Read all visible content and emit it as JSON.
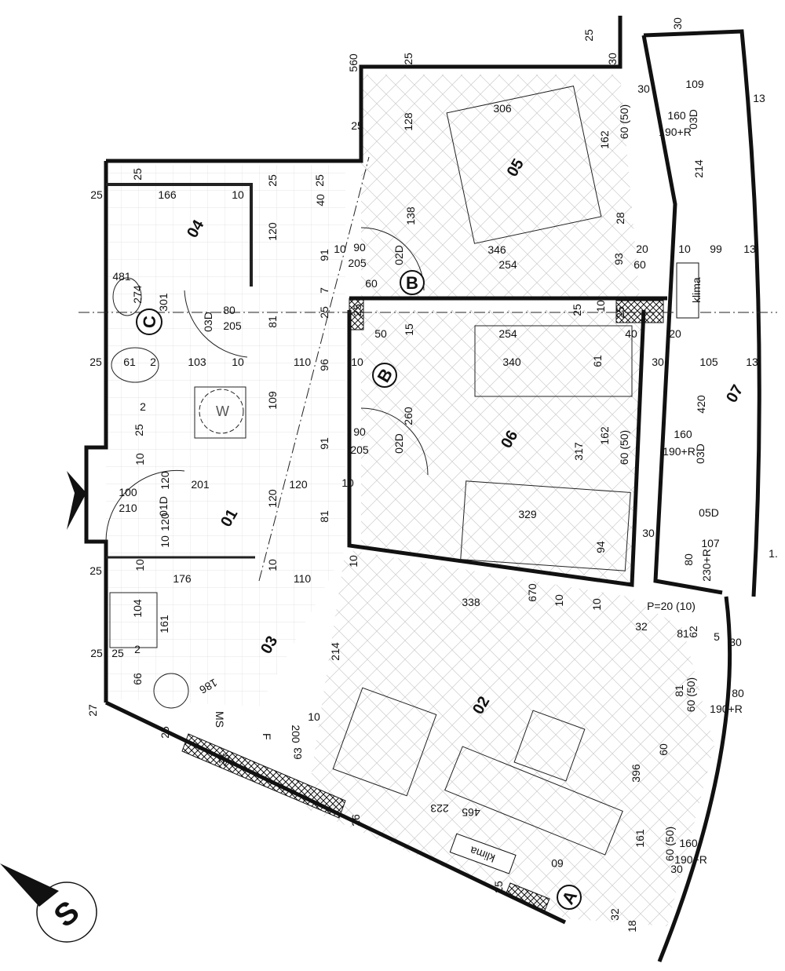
{
  "plan": {
    "rooms": [
      "01",
      "02",
      "03",
      "04",
      "05",
      "06",
      "07"
    ],
    "section_marks": {
      "b_top": "B",
      "b_mid": "B",
      "c": "C",
      "a": "A"
    },
    "fixtures": {
      "washer": "W",
      "ms": "MS",
      "f": "F",
      "klima_top": "klima",
      "klima_bottom": "klima"
    },
    "north_symbol": "S",
    "dimensions": [
      "25",
      "560",
      "25",
      "128",
      "306",
      "162",
      "60 (50)",
      "25",
      "30",
      "30",
      "109",
      "13",
      "30",
      "160",
      "190+R",
      "03D",
      "214",
      "28",
      "346",
      "254",
      "93",
      "20",
      "60",
      "10",
      "99",
      "13",
      "90",
      "205",
      "02D",
      "138",
      "60",
      "25",
      "25",
      "25",
      "40",
      "25",
      "166",
      "10",
      "120",
      "91",
      "10",
      "481",
      "274",
      "301",
      "7",
      "25",
      "81",
      "80",
      "205",
      "03D",
      "25",
      "50",
      "15",
      "254",
      "25",
      "10",
      "25",
      "40",
      "20",
      "61",
      "340",
      "30",
      "105",
      "13",
      "25",
      "61",
      "2",
      "103",
      "10",
      "110",
      "96",
      "10",
      "420",
      "109",
      "260",
      "317",
      "162",
      "60 (50)",
      "160",
      "190+R",
      "03D",
      "2",
      "25",
      "91",
      "90",
      "205",
      "02D",
      "10",
      "120",
      "201",
      "100",
      "01D",
      "210",
      "120",
      "120",
      "120",
      "10",
      "81",
      "329",
      "05D",
      "94",
      "10",
      "30",
      "107",
      "80",
      "230+R",
      "10",
      "25",
      "176",
      "10",
      "110",
      "10",
      "670",
      "10",
      "10",
      "338",
      "104",
      "161",
      "P=20 (10)",
      "32",
      "81",
      "62",
      "5",
      "30",
      "214",
      "25",
      "25",
      "2",
      "66",
      "186",
      "81",
      "80",
      "60 (50)",
      "190+R",
      "27",
      "200",
      "10",
      "25",
      "63",
      "25",
      "60",
      "396",
      "223",
      "465",
      "26",
      "60",
      "161",
      "60 (50)",
      "160",
      "190+R",
      "30",
      "25",
      "32",
      "18",
      "1."
    ]
  },
  "colors": {
    "line": "#111111",
    "hatch": "#999999"
  }
}
